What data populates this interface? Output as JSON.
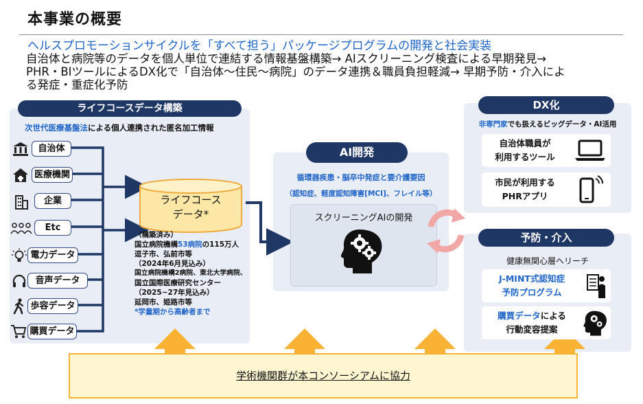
{
  "title": "本事業の概要",
  "subtitle": "ヘルスプロモーションサイクルを「すべて担う」パッケージプログラムの開発と社会実装",
  "description": [
    "自治体と病院等のデータを個人単位で連結する情報基盤構築→ AIスクリーニング検査による早期発見→",
    "PHR・BIツールによるDX化で「自治体～住民～病院」のデータ連携＆職員負担軽減→ 早期予防・介入によ",
    "る発症・重症化予防"
  ],
  "lifecourse": {
    "header": "ライフコースデータ構築",
    "law_prefix": "次世代医療基盤法",
    "law_suffix": "による個人連携された匿名加工情報",
    "sources": [
      "自治体",
      "医療機関",
      "企業",
      "Etc"
    ],
    "sensors": [
      "電力データ",
      "音声データ",
      "歩容データ",
      "購買データ"
    ],
    "database_line1": "ライフコース",
    "database_line2": "データ*",
    "notes": {
      "l1": "（構築済み）",
      "l2a": "国立病院機構",
      "l2b": "53病院",
      "l2c": "の115万人",
      "l3": "逗子市、弘前市等",
      "l4": "（2024年6月見込み）",
      "l5": "国立病院機構2病院、東北大学病院、",
      "l6": "国立国際医療研究センター",
      "l7": "（2025~27年見込み）",
      "l8": "延岡市、姫路市等",
      "l9": "*学童期から高齢者まで"
    }
  },
  "ai": {
    "header": "AI開発",
    "line1": "循環器疾患・脳卒中発症と要介護要因",
    "line2": "（認知症、軽度認知障害[MCI]、フレイル等）",
    "box_label": "スクリーニングAIの開発"
  },
  "dx": {
    "header": "DX化",
    "sub_prefix": "非専門家",
    "sub_suffix": "でも扱えるビッグデータ・AI活用",
    "card1_line1": "自治体職員が",
    "card1_line2": "利用するツール",
    "card2_line1": "市民が利用する",
    "card2_line2": "PHRアプリ"
  },
  "prevention": {
    "header": "予防・介入",
    "sub": "健康無関心層へリーチ",
    "card1_line1": "J-MINT式認知症",
    "card1_line2": "予防プログラム",
    "card2_line1_a": "購買データ",
    "card2_line1_b": "による",
    "card2_line2": "行動変容提案"
  },
  "footer": "学術機関群が本コンソーシアムに協力",
  "colors": {
    "navy": "#1e3765",
    "accent_blue": "#1f64c8",
    "panel": "#e9eef6",
    "arrow_orange": "#f9b233",
    "footer_fill": "#fff6d1",
    "cycle_pink": "#f2a7a7"
  },
  "icons": {
    "municipality": "government-building-icon",
    "hospital": "hospital-icon",
    "company": "office-building-icon",
    "etc": "people-group-icon",
    "power": "light-bulb-icon",
    "voice": "headphones-icon",
    "gait": "walking-person-icon",
    "purchase": "shopping-cart-icon",
    "ai": "head-gears-icon",
    "laptop": "laptop-icon",
    "phone": "smartphone-icon",
    "program": "document-person-icon",
    "behavior": "head-gears-icon",
    "cycle": "cycle-arrows-icon"
  }
}
